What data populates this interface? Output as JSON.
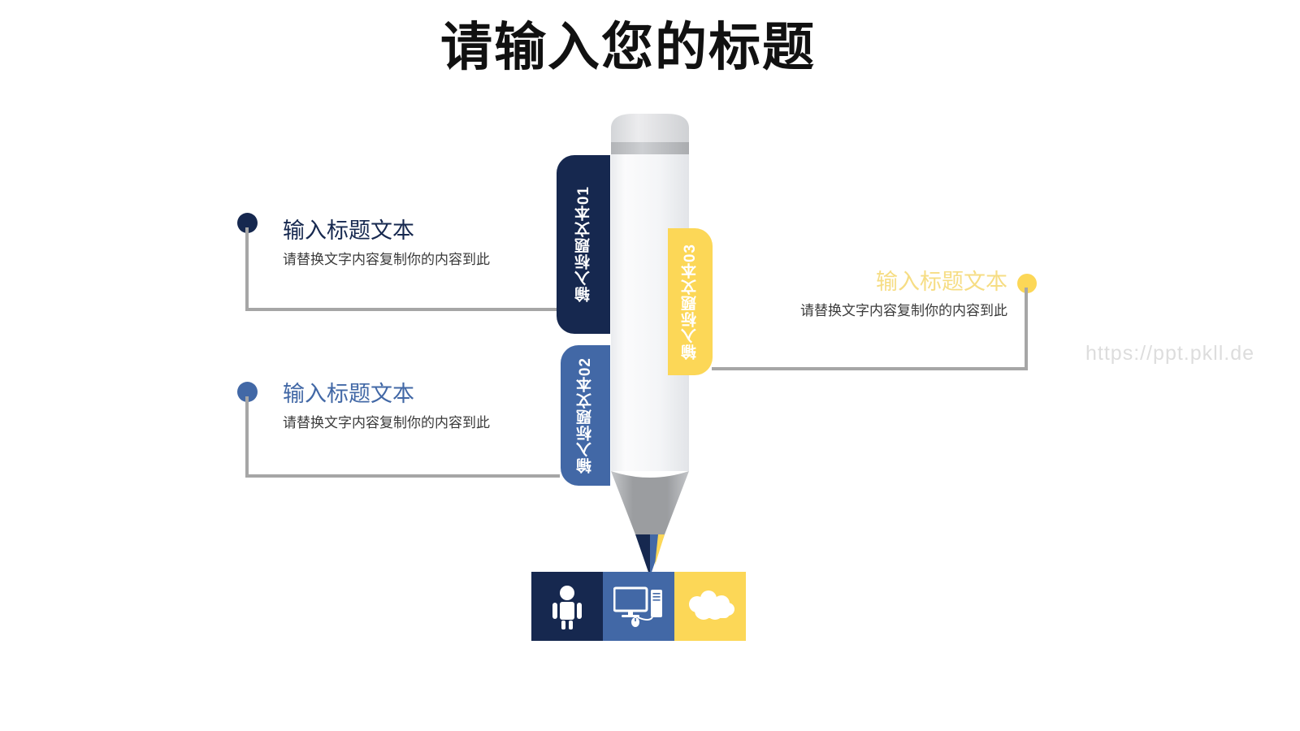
{
  "slide": {
    "title": "请输入您的标题",
    "watermark": "https://ppt.pkll.de",
    "background_color": "#ffffff"
  },
  "colors": {
    "navy": "#16284f",
    "blue": "#4268a6",
    "yellow": "#fcd757",
    "yellow_text": "#f6dd84",
    "connector": "#a6a6a6",
    "title": "#111111",
    "body_text": "#3b3b3b",
    "watermark": "#dddddd",
    "pencil_body": "#f2f3f5",
    "pencil_ferrule": "#bfbfbf",
    "pencil_eraser": "#dcdcdc",
    "pencil_cone": "#9c9c9c"
  },
  "items": [
    {
      "id": "item-01",
      "number": "01",
      "tab_label": "输入标题文本01",
      "heading": "输入标题文本",
      "description": "请替换文字内容复制你的内容到此",
      "accent": "#16284f",
      "side": "left"
    },
    {
      "id": "item-02",
      "number": "02",
      "tab_label": "输入标题文本02",
      "heading": "输入标题文本",
      "description": "请替换文字内容复制你的内容到此",
      "accent": "#4268a6",
      "side": "left"
    },
    {
      "id": "item-03",
      "number": "03",
      "tab_label": "输入标题文本03",
      "heading": "输入标题文本",
      "description": "请替换文字内容复制你的内容到此",
      "accent": "#fcd757",
      "side": "right"
    }
  ],
  "bottom_blocks": [
    {
      "id": "block-person",
      "icon": "person-icon",
      "color": "#16284f"
    },
    {
      "id": "block-computer",
      "icon": "computer-icon",
      "color": "#4268a6"
    },
    {
      "id": "block-cloud",
      "icon": "cloud-icon",
      "color": "#fcd757"
    }
  ]
}
